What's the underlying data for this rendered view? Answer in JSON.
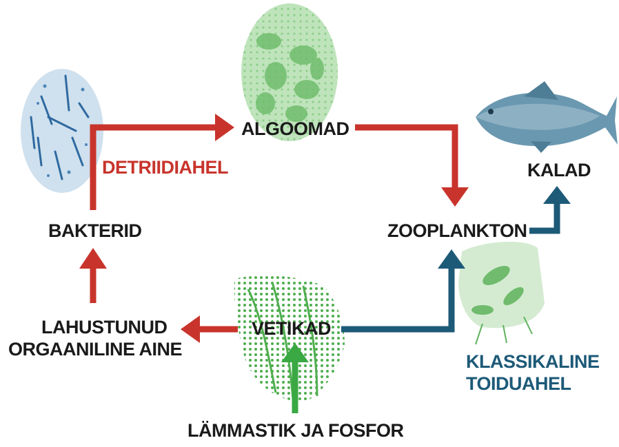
{
  "labels": {
    "algoomad": "ALGOOMAD",
    "detriidiahel": "DETRIIDIAHEL",
    "bakterid": "BAKTERID",
    "kalad": "KALAD",
    "zooplankton": "ZOOPLANKTON",
    "lahustunud_line1": "LAHUSTUNUD",
    "lahustunud_line2": "ORGAANILINE AINE",
    "vetikad": "VETIKAD",
    "klassikaline_line1": "KLASSIKALINE",
    "klassikaline_line2": "TOIDUAHEL",
    "lammastik": "LÄMMASTIK JA FOSFOR"
  },
  "colors": {
    "detritus_chain": "#c8342c",
    "classic_chain": "#1d5a78",
    "nutrient_arrow": "#3aa843",
    "algae_fill": "#7fc87d",
    "bacteria_fill": "#cfe0ee",
    "fish_body": "#5f8fa8"
  },
  "icons": {
    "bacteria": "bacteria-micrograph-icon",
    "algae_cells": "algae-cells-icon",
    "fish": "fish-icon",
    "zooplankton": "zooplankton-icon",
    "seaweed": "seaweed-icon"
  }
}
